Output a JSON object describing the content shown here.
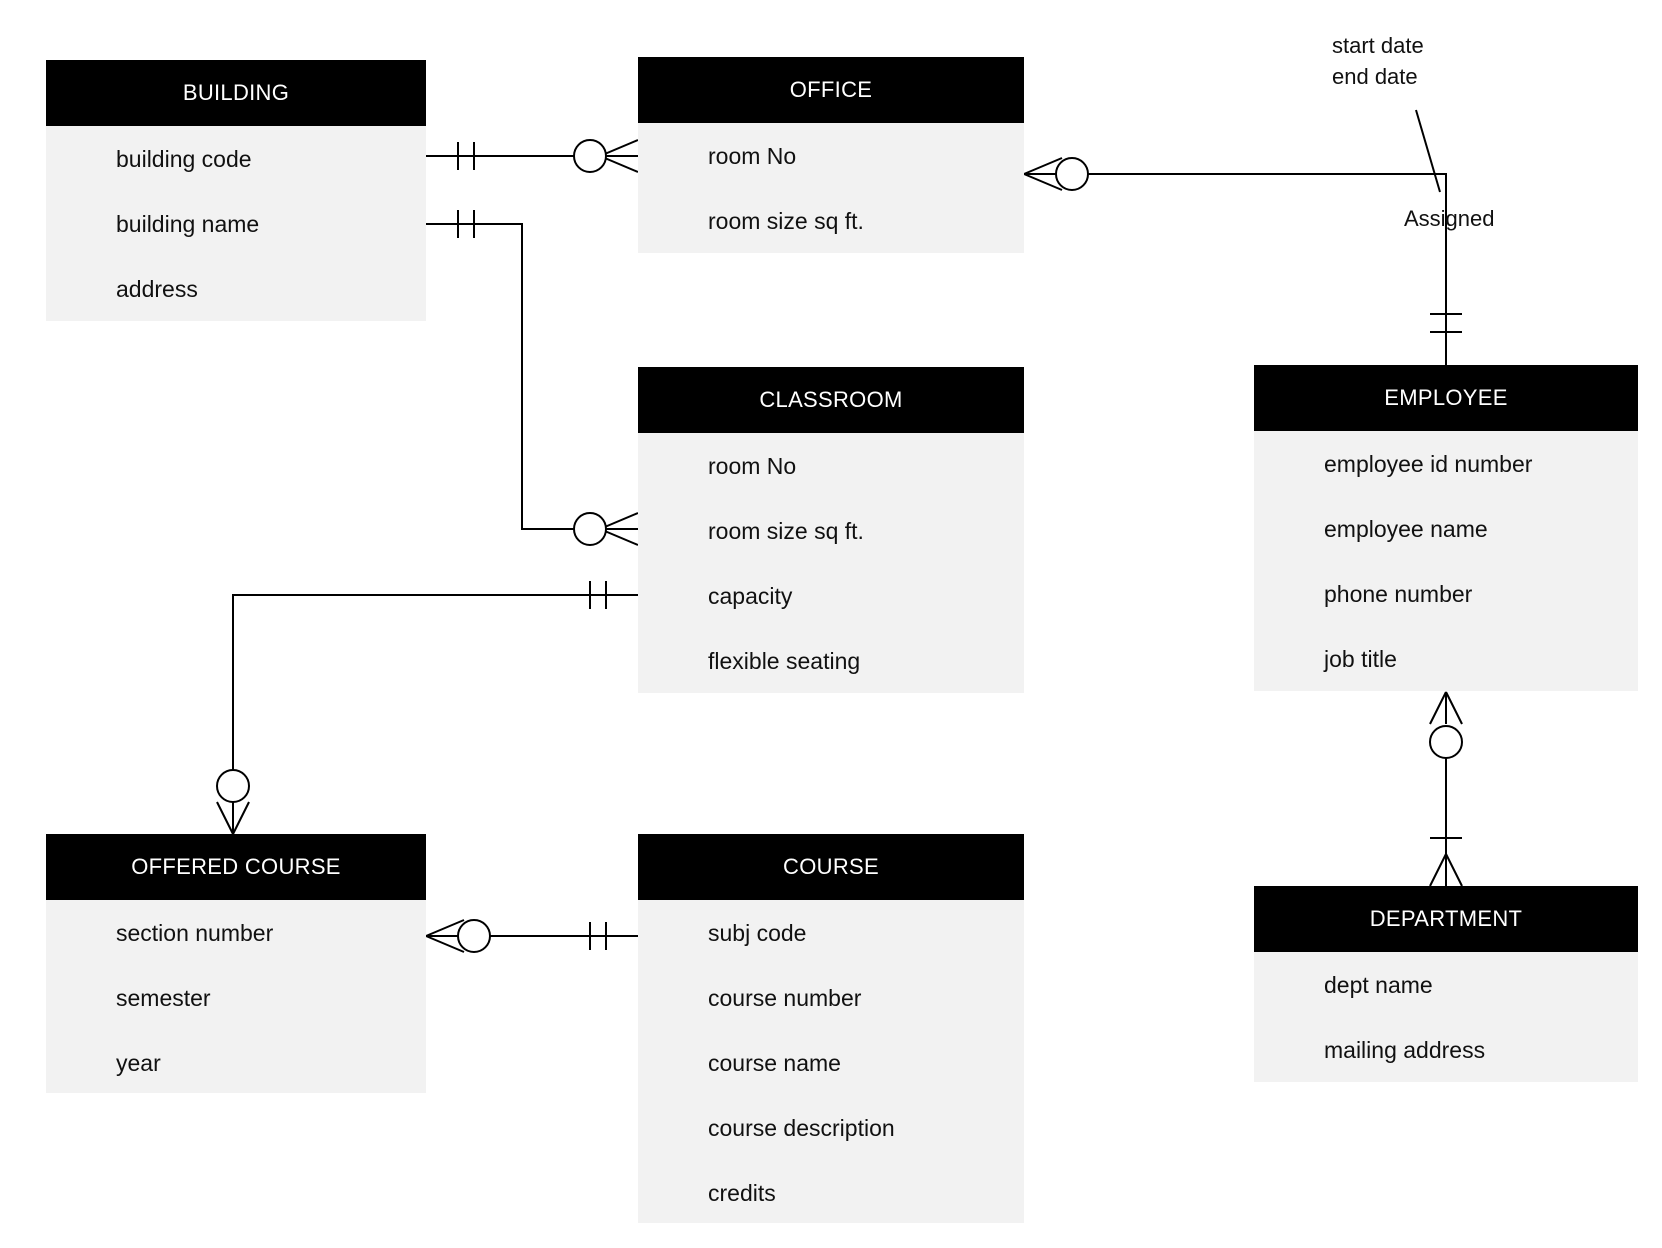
{
  "entities": {
    "building": {
      "title": "BUILDING",
      "attributes": [
        "building code",
        "building name",
        "address"
      ]
    },
    "office": {
      "title": "OFFICE",
      "attributes": [
        "room No",
        "room size sq ft."
      ]
    },
    "classroom": {
      "title": "CLASSROOM",
      "attributes": [
        "room No",
        "room size sq ft.",
        "capacity",
        "flexible seating"
      ]
    },
    "employee": {
      "title": "EMPLOYEE",
      "attributes": [
        "employee id number",
        "employee name",
        "phone number",
        "job title"
      ]
    },
    "offered_course": {
      "title": "OFFERED COURSE",
      "attributes": [
        "section number",
        "semester",
        "year"
      ]
    },
    "course": {
      "title": "COURSE",
      "attributes": [
        "subj code",
        "course number",
        "course name",
        "course description",
        "credits"
      ]
    },
    "department": {
      "title": "DEPARTMENT",
      "attributes": [
        "dept name",
        "mailing address"
      ]
    }
  },
  "relationship": {
    "label": "Assigned",
    "attributes": [
      "start date",
      "end date"
    ]
  },
  "relationships": [
    {
      "from": "BUILDING",
      "to": "OFFICE",
      "from_cardinality": "one-and-only-one",
      "to_cardinality": "zero-or-many"
    },
    {
      "from": "BUILDING",
      "to": "CLASSROOM",
      "from_cardinality": "one-and-only-one",
      "to_cardinality": "zero-or-many"
    },
    {
      "from": "EMPLOYEE",
      "to": "OFFICE",
      "from_cardinality": "one-and-only-one",
      "to_cardinality": "zero-or-many"
    },
    {
      "from": "CLASSROOM",
      "to": "OFFERED COURSE",
      "from_cardinality": "one-and-only-one",
      "to_cardinality": "zero-or-many"
    },
    {
      "from": "COURSE",
      "to": "OFFERED COURSE",
      "from_cardinality": "one-and-only-one",
      "to_cardinality": "zero-or-many"
    },
    {
      "from": "DEPARTMENT",
      "to": "EMPLOYEE",
      "from_cardinality": "one-or-many",
      "to_cardinality": "zero-or-many"
    }
  ]
}
